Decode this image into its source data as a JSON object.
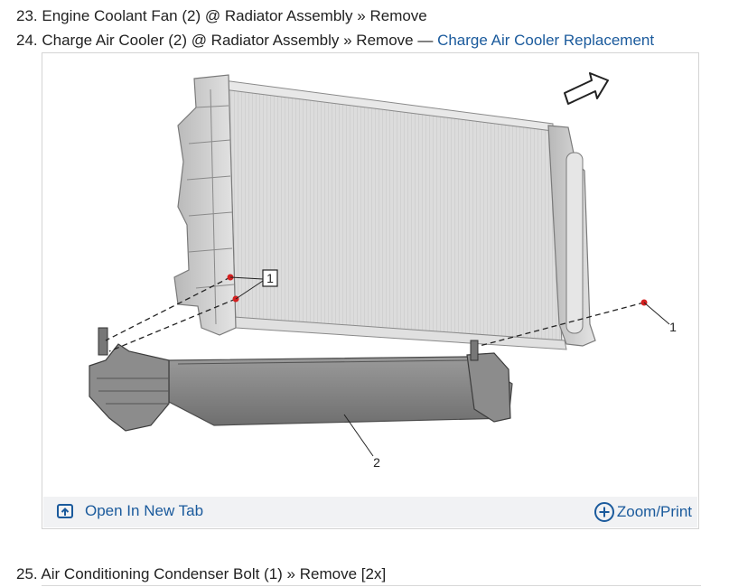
{
  "steps": {
    "s23": "23. Engine Coolant Fan (2) @ Radiator Assembly » Remove",
    "s24": "24. Charge Air Cooler (2) @ Radiator Assembly » Remove — ",
    "s24_link": "Charge Air Cooler Replacement",
    "s25": "25. Air Conditioning Condenser Bolt (1) » Remove [2x]"
  },
  "figure": {
    "callouts": [
      "1",
      "1",
      "2"
    ],
    "open_label": "Open In New Tab",
    "open_icon": "open-new-tab-icon",
    "zoom_label": "Zoom/Print",
    "zoom_icon": "plus-circle-icon"
  },
  "colors": {
    "link": "#1a5a9c",
    "figure_bar": "#f1f2f4",
    "bolt_marker": "#d42020"
  }
}
